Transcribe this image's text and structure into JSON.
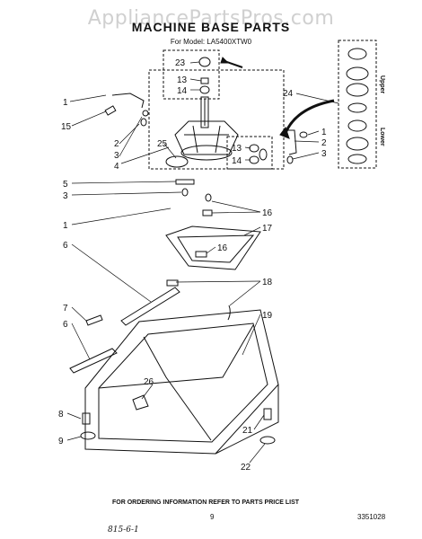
{
  "watermark": "AppliancePartsPros.com",
  "title": "MACHINE BASE PARTS",
  "subtitle": "For Model: LA5400XTW0",
  "callouts": {
    "c1a": "1",
    "c15": "15",
    "c2a": "2",
    "c3a": "3",
    "c4": "4",
    "c25": "25",
    "c23": "23",
    "c13a": "13",
    "c14a": "14",
    "c24": "24",
    "c1b": "1",
    "c2b": "2",
    "c3b": "3",
    "c13b": "13",
    "c14b": "14",
    "c5": "5",
    "c3c": "3",
    "c16a": "16",
    "c17": "17",
    "c16b": "16",
    "c1c": "1",
    "c6a": "6",
    "c18": "18",
    "c7": "7",
    "c6b": "6",
    "c19": "19",
    "c26": "26",
    "c8": "8",
    "c9": "9",
    "c21": "21",
    "c22": "22"
  },
  "side_panel": {
    "upper": "Upper",
    "lower": "Lower"
  },
  "footer": {
    "note": "FOR ORDERING INFORMATION REFER TO PARTS PRICE LIST",
    "page": "9",
    "ref": "3351028",
    "handwritten": "815-6-1"
  }
}
